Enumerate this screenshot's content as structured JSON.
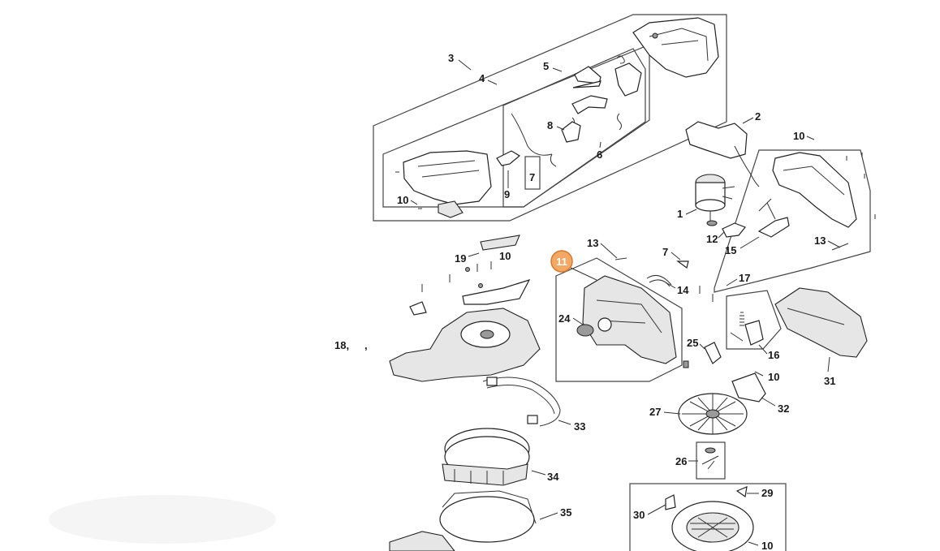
{
  "diagram": {
    "highlighted_callout": "11",
    "highlight_color": "#f4a866",
    "callouts": {
      "c1": "1",
      "c2": "2",
      "c3": "3",
      "c4": "4",
      "c5": "5",
      "c6": "6",
      "c7a": "7",
      "c7b": "7",
      "c8": "8",
      "c9": "9",
      "c10a": "10",
      "c10b": "10",
      "c10c": "10",
      "c10d": "10",
      "c10e": "10",
      "c11": "11",
      "c12": "12",
      "c13a": "13",
      "c13b": "13",
      "c14": "14",
      "c15": "15",
      "c16": "16",
      "c17": "17",
      "c18": "18,",
      "c18b": ",",
      "c19": "19",
      "c24": "24",
      "c25": "25",
      "c26": "26",
      "c27": "27",
      "c29": "29",
      "c30": "30",
      "c31": "31",
      "c32": "32",
      "c33": "33",
      "c34": "34",
      "c35": "35"
    }
  }
}
